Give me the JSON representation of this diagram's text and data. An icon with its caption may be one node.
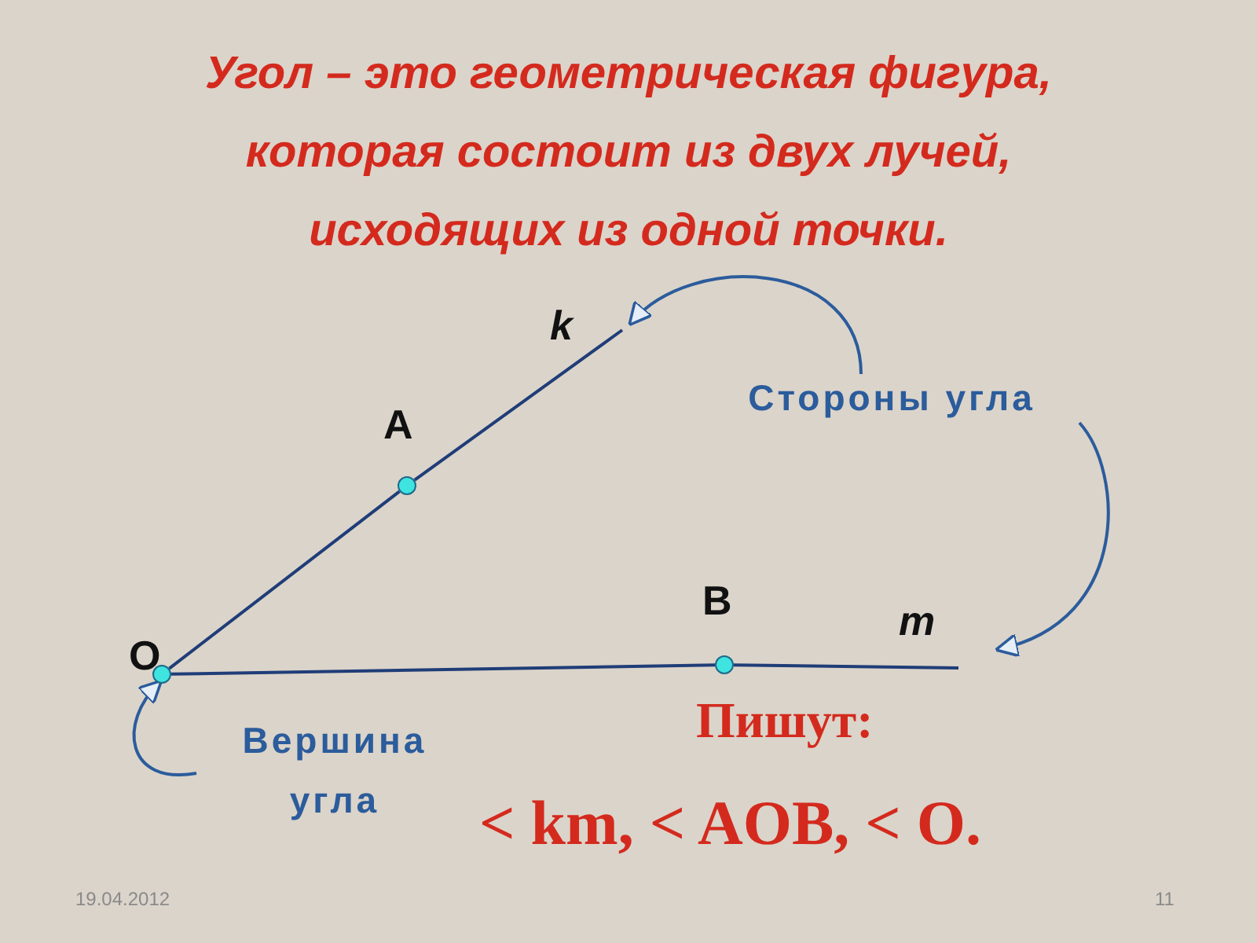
{
  "diagram": {
    "title": "Угол – это геометрическая фигура, которая состоит из двух лучей, исходящих из одной точки.",
    "nodes": [
      {
        "text": [
          "Стороны угла"
        ]
      },
      {
        "text": [
          "Вершина угла"
        ]
      },
      {
        "text": [],
        "shape": "circle",
        "beside": [
          "O"
        ]
      },
      {
        "text": [],
        "shape": "circle",
        "beside": [
          "A"
        ]
      },
      {
        "text": [],
        "shape": "circle",
        "beside": [
          "B"
        ]
      }
    ],
    "edges": [
      {
        "from": 2,
        "to": 3,
        "arrow": "none"
      },
      {
        "from": 3,
        "to": null,
        "arrow": "none"
      },
      {
        "from": 2,
        "to": 4,
        "arrow": "none"
      },
      {
        "from": 4,
        "to": null,
        "arrow": "none"
      },
      {
        "from": 0,
        "to": null,
        "arrow": "to"
      },
      {
        "from": 0,
        "to": null,
        "arrow": "to"
      },
      {
        "from": 1,
        "to": 2,
        "arrow": "to"
      }
    ],
    "labels": [
      "k",
      "m",
      "Пишут:",
      "< km, < AOB, < O.",
      "19.04.2012",
      "11"
    ]
  }
}
